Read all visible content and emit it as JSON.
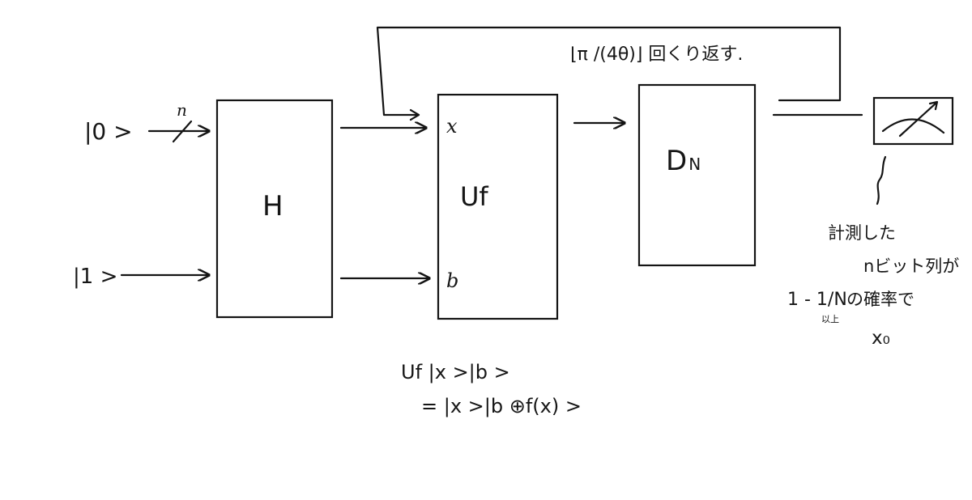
{
  "inputs": {
    "ket0": "|0 >",
    "ket1": "|1 >",
    "register_size": "n"
  },
  "gates": {
    "hadamard": "H",
    "oracle": "Uf",
    "oracle_input_x": "x",
    "oracle_input_b": "b",
    "diffusion": "D",
    "diffusion_sub": "N"
  },
  "loop_label": "⌊π /(4θ)⌋ 回くり返す.",
  "oracle_definition": {
    "line1": "Uf |x >|b >",
    "line2": "= |x >|b ⊕f(x) >"
  },
  "measurement_note": {
    "line1": "計測した",
    "line2": "nビット列が",
    "line3_left": "1 - 1/N",
    "line3_right": "の確率で",
    "line3_small": "以上",
    "line4": "x₀"
  }
}
